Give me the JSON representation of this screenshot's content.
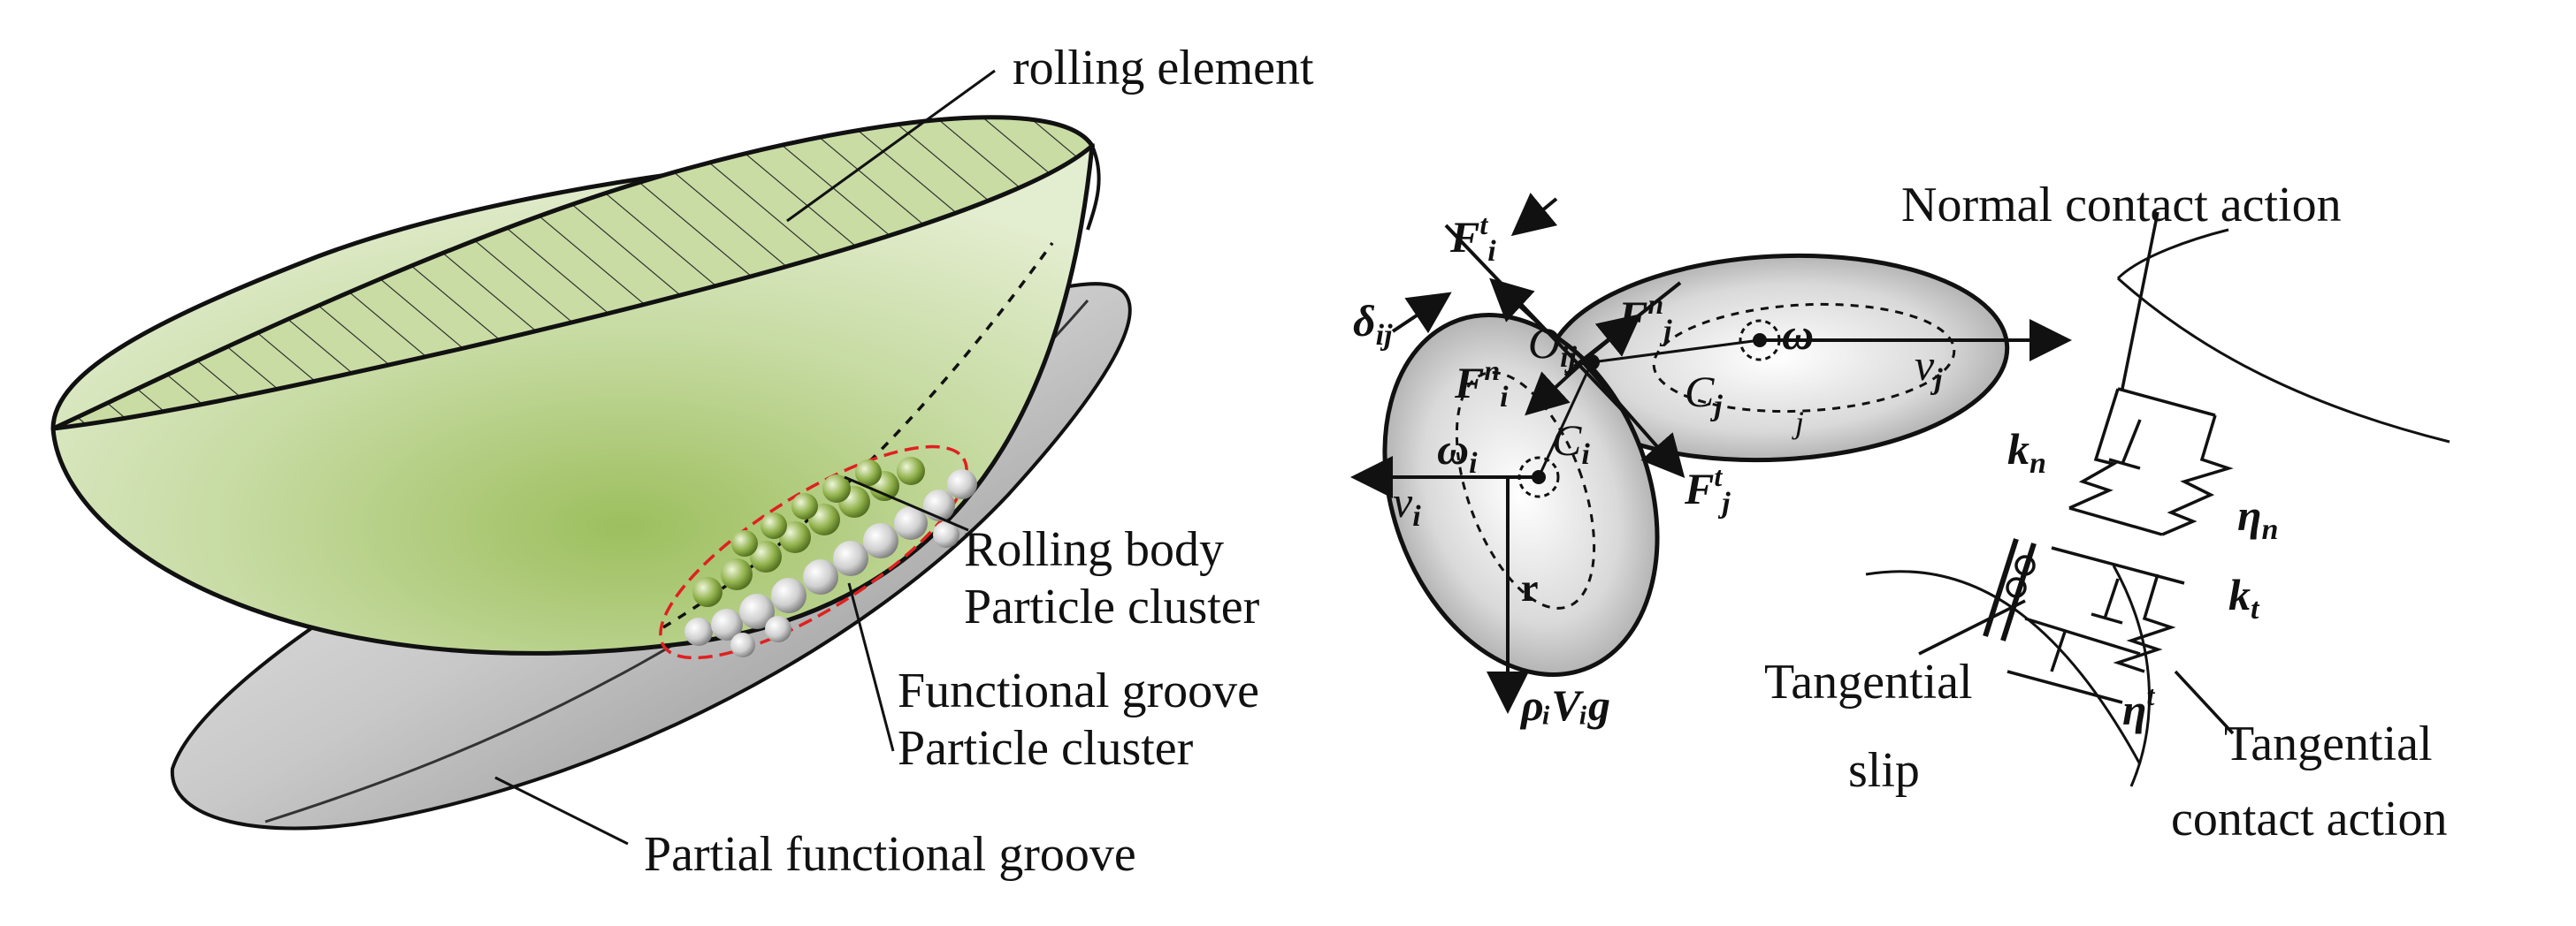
{
  "left": {
    "rolling_element": "rolling element",
    "rolling_body_1": "Rolling body",
    "rolling_body_2": "Particle cluster",
    "groove_cluster_1": "Functional groove",
    "groove_cluster_2": "Particle cluster",
    "partial_groove": "Partial functional groove"
  },
  "middle": {
    "Ft_i": "F",
    "Ft_i_sup": "t",
    "Ft_i_sub": "i",
    "Fn_j": "F",
    "Fn_j_sup": "n",
    "Fn_j_sub": "j",
    "Fn_i": "F",
    "Fn_i_sup": "n",
    "Fn_i_sub": "i",
    "Ft_j": "F",
    "Ft_j_sup": "t",
    "Ft_j_sub": "j",
    "delta": "δ",
    "delta_sub": "ij",
    "O": "O",
    "O_sub": "ij",
    "omega_j": "ω",
    "omega_i": "ω",
    "omega_i_sub": "i",
    "C_j": "C",
    "C_j_sub": "j",
    "C_i": "C",
    "C_i_sub": "i",
    "v_j": "v",
    "v_j_sub": "j",
    "v_i": "v",
    "v_i_sub": "i",
    "r": "r",
    "j_tag": "j",
    "gravity": "ρᵢVᵢg"
  },
  "right": {
    "normal": "Normal contact action",
    "kn": "k",
    "kn_sub": "n",
    "eta_n": "η",
    "eta_n_sub": "n",
    "kt": "k",
    "kt_sub": "t",
    "eta_t": "η",
    "eta_t_sup": "t",
    "tangential_slip_1": "Tangential",
    "tangential_slip_2": "slip",
    "tangential_contact_1": "Tangential",
    "tangential_contact_2": "contact action"
  },
  "colors": {
    "green_fill": "#c9dca4",
    "grey_fill": "#bfbfbf",
    "cluster_outline": "#e02020"
  }
}
